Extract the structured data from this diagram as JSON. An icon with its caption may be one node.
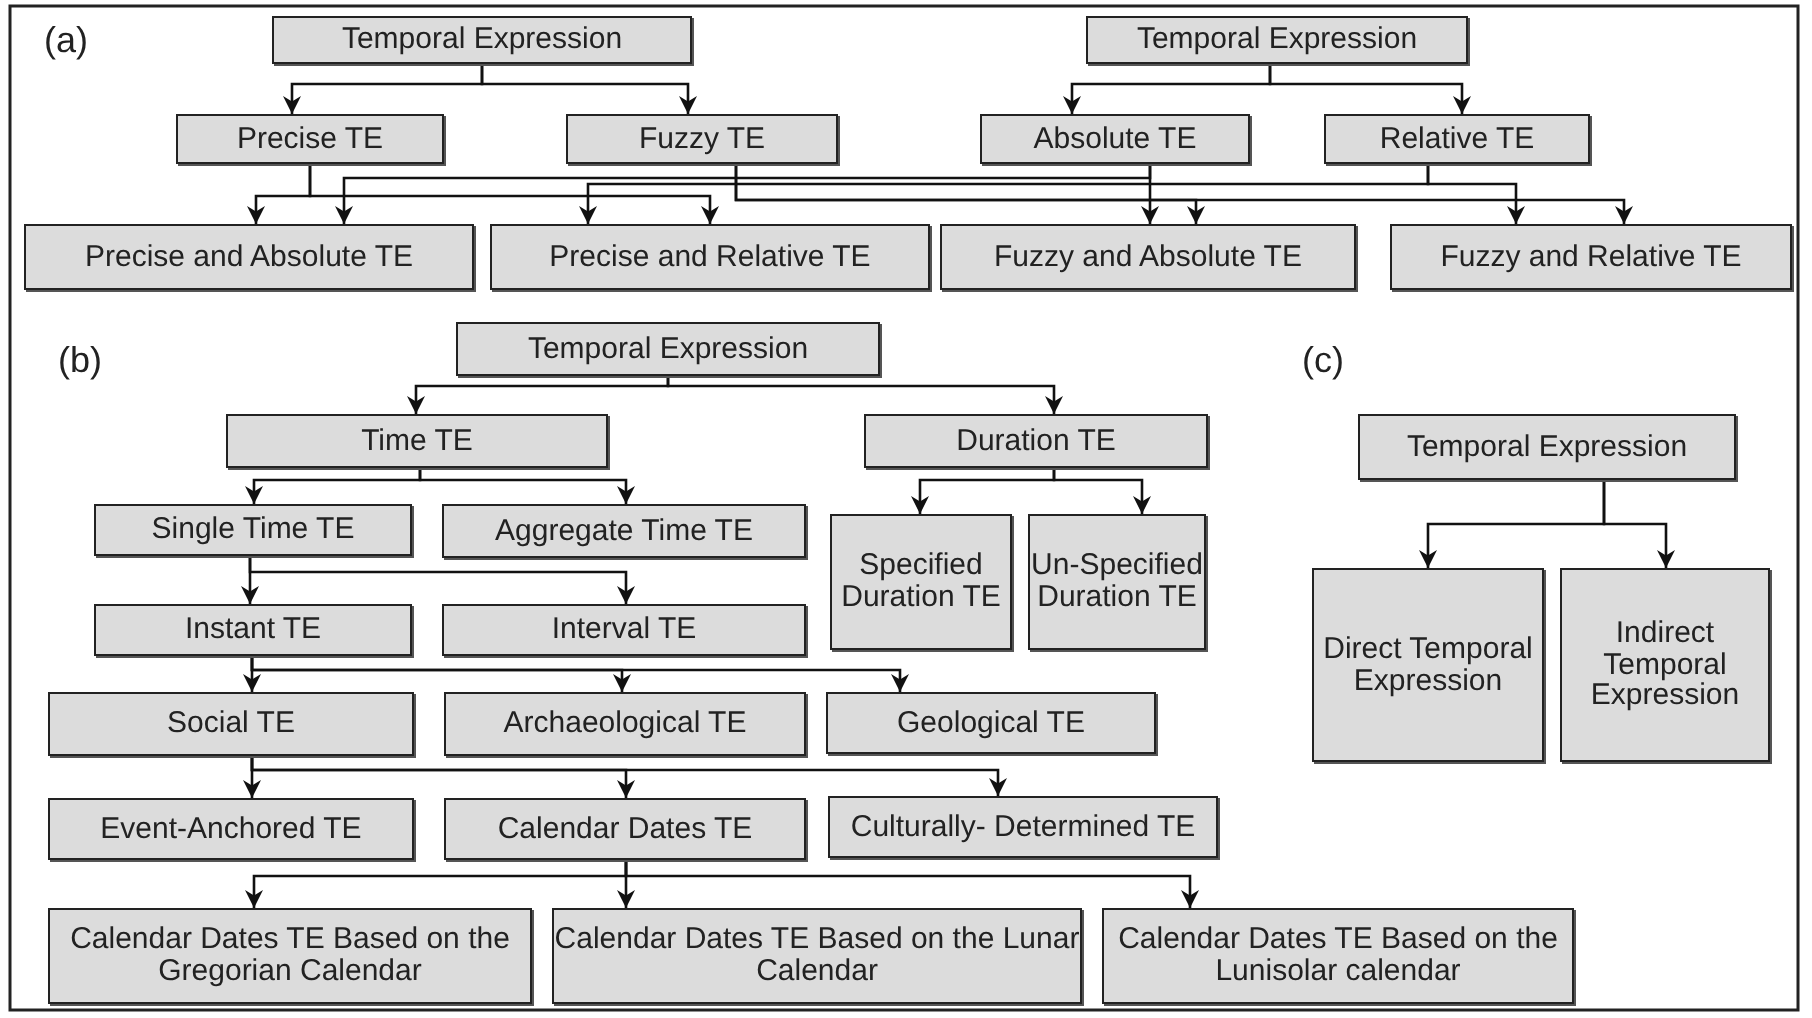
{
  "diagram": {
    "nodes": [
      {
        "text": [
          "Temporal Expression"
        ]
      },
      {
        "text": [
          "Temporal Expression"
        ]
      },
      {
        "text": [
          "Precise TE"
        ]
      },
      {
        "text": [
          "Fuzzy TE"
        ]
      },
      {
        "text": [
          "Absolute TE"
        ]
      },
      {
        "text": [
          "Relative TE"
        ]
      },
      {
        "text": [
          "Precise and  Absolute TE"
        ]
      },
      {
        "text": [
          "Precise and Relative TE"
        ]
      },
      {
        "text": [
          "Fuzzy and Absolute TE"
        ]
      },
      {
        "text": [
          "Fuzzy and Relative TE"
        ]
      },
      {
        "text": [
          "Temporal Expression"
        ]
      },
      {
        "text": [
          "Time TE"
        ]
      },
      {
        "text": [
          "Duration TE"
        ]
      },
      {
        "text": [
          "Single Time TE"
        ]
      },
      {
        "text": [
          "Aggregate Time TE"
        ]
      },
      {
        "text": [
          "Specified Duration TE"
        ]
      },
      {
        "text": [
          "Un-Specified Duration TE"
        ]
      },
      {
        "text": [
          "Instant TE"
        ]
      },
      {
        "text": [
          "Interval TE"
        ]
      },
      {
        "text": [
          "Social TE"
        ]
      },
      {
        "text": [
          "Archaeological TE"
        ]
      },
      {
        "text": [
          "Geological TE"
        ]
      },
      {
        "text": [
          "Event-Anchored TE"
        ]
      },
      {
        "text": [
          "Calendar Dates TE"
        ]
      },
      {
        "text": [
          "Culturally- Determined TE"
        ]
      },
      {
        "text": [
          "Calendar Dates TE Based on the Gregorian Calendar"
        ]
      },
      {
        "text": [
          "Calendar Dates TE Based on the Lunar Calendar"
        ]
      },
      {
        "text": [
          "Calendar Dates TE Based on the Lunisolar calendar"
        ]
      },
      {
        "text": [
          "Temporal Expression"
        ]
      },
      {
        "text": [
          "Direct Temporal Expression"
        ]
      },
      {
        "text": [
          "Indirect Temporal Expression"
        ]
      }
    ],
    "edges": [
      {
        "from": 0,
        "to": 2,
        "arrow": "to"
      },
      {
        "from": 0,
        "to": 3,
        "arrow": "to"
      },
      {
        "from": 1,
        "to": 4,
        "arrow": "to"
      },
      {
        "from": 1,
        "to": 5,
        "arrow": "to"
      },
      {
        "from": 2,
        "to": 6,
        "arrow": "to"
      },
      {
        "from": 2,
        "to": 7,
        "arrow": "to"
      },
      {
        "from": 4,
        "to": 6,
        "arrow": "to"
      },
      {
        "from": 4,
        "to": 8,
        "arrow": "to"
      },
      {
        "from": 3,
        "to": 8,
        "arrow": "to"
      },
      {
        "from": 3,
        "to": 9,
        "arrow": "to"
      },
      {
        "from": 5,
        "to": 7,
        "arrow": "to"
      },
      {
        "from": 5,
        "to": 9,
        "arrow": "to"
      },
      {
        "from": 10,
        "to": 11,
        "arrow": "to"
      },
      {
        "from": 10,
        "to": 12,
        "arrow": "to"
      },
      {
        "from": 11,
        "to": 13,
        "arrow": "to"
      },
      {
        "from": 11,
        "to": 14,
        "arrow": "to"
      },
      {
        "from": 12,
        "to": 15,
        "arrow": "to"
      },
      {
        "from": 12,
        "to": 16,
        "arrow": "to"
      },
      {
        "from": 13,
        "to": 17,
        "arrow": "to"
      },
      {
        "from": 13,
        "to": 18,
        "arrow": "to"
      },
      {
        "from": 17,
        "to": 19,
        "arrow": "to"
      },
      {
        "from": 17,
        "to": 20,
        "arrow": "to"
      },
      {
        "from": 17,
        "to": 21,
        "arrow": "to"
      },
      {
        "from": 19,
        "to": 22,
        "arrow": "to"
      },
      {
        "from": 19,
        "to": 23,
        "arrow": "to"
      },
      {
        "from": 19,
        "to": 24,
        "arrow": "to"
      },
      {
        "from": 23,
        "to": 25,
        "arrow": "to"
      },
      {
        "from": 23,
        "to": 26,
        "arrow": "to"
      },
      {
        "from": 23,
        "to": 27,
        "arrow": "to"
      },
      {
        "from": 28,
        "to": 29,
        "arrow": "to"
      },
      {
        "from": 28,
        "to": 30,
        "arrow": "to"
      }
    ],
    "labels": [
      "(a)",
      "(b)",
      "(c)"
    ]
  }
}
